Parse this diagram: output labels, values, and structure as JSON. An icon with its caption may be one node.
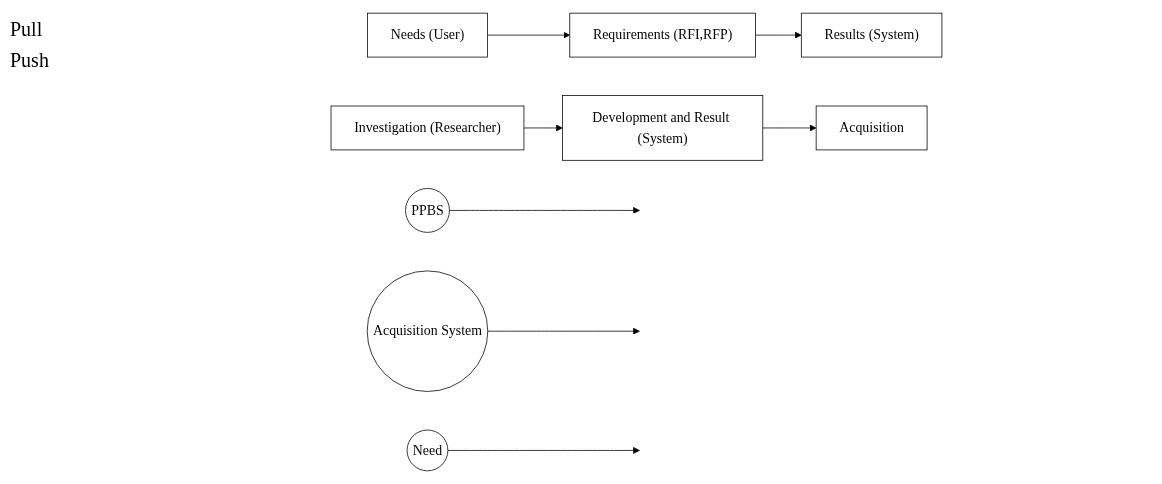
{
  "diagram": {
    "nodes": [
      {
        "text": [
          "Needs (User)"
        ]
      },
      {
        "text": [
          "Requirements (RFI,RFP)"
        ]
      },
      {
        "text": [
          "Results (System)"
        ]
      },
      {
        "text": [
          "PPBS"
        ]
      },
      {
        "text": [
          "Acquisition System"
        ]
      },
      {
        "text": [
          "Need"
        ]
      },
      {
        "text": [
          "Investigation (Researcher)"
        ]
      },
      {
        "text": [
          "Development and Result (System)"
        ]
      },
      {
        "text": [
          "Acquisition"
        ]
      }
    ],
    "edges": [
      {
        "from": 0,
        "to": 1,
        "arrow": "to"
      },
      {
        "from": 1,
        "to": 2,
        "arrow": "to"
      },
      {
        "from": 3,
        "to": null,
        "arrow": "to"
      },
      {
        "from": 4,
        "to": null,
        "arrow": "to"
      },
      {
        "from": 6,
        "to": 7,
        "arrow": "to"
      },
      {
        "from": 5,
        "to": null,
        "arrow": "to"
      },
      {
        "from": 7,
        "to": 8,
        "arrow": "to"
      }
    ],
    "labels": [
      "Pull",
      "Push"
    ]
  }
}
